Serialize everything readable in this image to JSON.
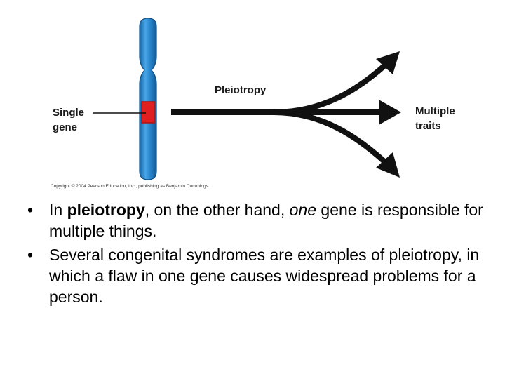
{
  "diagram": {
    "title": "Pleiotropy",
    "left_label_line1": "Single",
    "left_label_line2": "gene",
    "right_label_line1": "Multiple",
    "right_label_line2": "traits",
    "copyright": "Copyright © 2004 Pearson Education, Inc., publishing as Benjamin Cummings.",
    "colors": {
      "chromosome": "#1f7fc4",
      "chromosome_highlight": "#5fb3ea",
      "gene": "#e02020",
      "arrow": "#111111"
    }
  },
  "bullets": [
    {
      "dot": "•",
      "p1": "In ",
      "bold": "pleiotropy",
      "p2": ", on the other hand, ",
      "italic": "one",
      "p3": " gene is responsible for multiple things."
    },
    {
      "dot": "•",
      "text": "Several congenital syndromes are examples of pleiotropy, in which a flaw in one gene causes widespread problems for a person."
    }
  ]
}
